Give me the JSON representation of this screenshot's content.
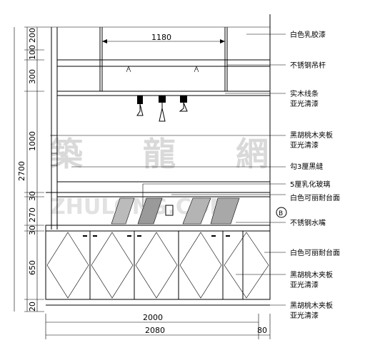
{
  "watermark": {
    "chars": [
      "築",
      "龍",
      "網"
    ],
    "url": "ZHULONG.COM"
  },
  "dimensions": {
    "shelf_width": "1180",
    "cabinet_width": "2000",
    "total_width": "2080",
    "side_offset": "80",
    "total_height": "2700",
    "segments": [
      "200",
      "100",
      "300",
      "1000",
      "30",
      "270",
      "30",
      "650",
      "20"
    ]
  },
  "callout_marker": "B",
  "annotations": [
    "白色乳胶漆",
    "不锈钢吊杆",
    "实木线条",
    "亚光清漆",
    "黑胡桃木夹板",
    "亚光清漆",
    "勾3厘黑缝",
    "5厘乳化玻璃",
    "白色可丽耐台面",
    "不锈钢水嘴",
    "白色可丽耐台面",
    "黑胡桃木夹板",
    "亚光清漆",
    "黑胡桃木夹板",
    "亚光清漆"
  ]
}
